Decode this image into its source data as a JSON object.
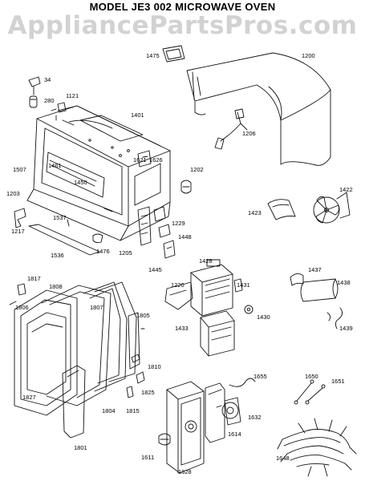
{
  "header": {
    "title": "MODEL JE3 002   MICROWAVE OVEN",
    "watermark": "AppliancePartsPros.com"
  },
  "part_labels": [
    {
      "id": "p34",
      "text": "34"
    },
    {
      "id": "p280",
      "text": "280"
    },
    {
      "id": "p1121",
      "text": "1121"
    },
    {
      "id": "p1401",
      "text": "1401"
    },
    {
      "id": "p1475",
      "text": "1475"
    },
    {
      "id": "p1200",
      "text": "1200"
    },
    {
      "id": "p1206",
      "text": "1206"
    },
    {
      "id": "p1621",
      "text": "1621"
    },
    {
      "id": "p1626",
      "text": "1626"
    },
    {
      "id": "p1202",
      "text": "1202"
    },
    {
      "id": "p1422",
      "text": "1422"
    },
    {
      "id": "p1507",
      "text": "1507"
    },
    {
      "id": "p1461",
      "text": "1461"
    },
    {
      "id": "p1450",
      "text": "1450"
    },
    {
      "id": "p1203",
      "text": "1203"
    },
    {
      "id": "p1423",
      "text": "1423"
    },
    {
      "id": "p1217",
      "text": "1217"
    },
    {
      "id": "p1537",
      "text": "1537"
    },
    {
      "id": "p1229",
      "text": "1229"
    },
    {
      "id": "p1448",
      "text": "1448"
    },
    {
      "id": "p1536",
      "text": "1536"
    },
    {
      "id": "p1476",
      "text": "1476"
    },
    {
      "id": "p1205",
      "text": "1205"
    },
    {
      "id": "p1445",
      "text": "1445"
    },
    {
      "id": "p1428",
      "text": "1428"
    },
    {
      "id": "p1437",
      "text": "1437"
    },
    {
      "id": "p1438",
      "text": "1438"
    },
    {
      "id": "p1817",
      "text": "1817"
    },
    {
      "id": "p1808",
      "text": "1808"
    },
    {
      "id": "p1220",
      "text": "1220"
    },
    {
      "id": "p1431",
      "text": "1431"
    },
    {
      "id": "p1806",
      "text": "1806"
    },
    {
      "id": "p1807",
      "text": "1807"
    },
    {
      "id": "p1805",
      "text": "1805"
    },
    {
      "id": "p1430",
      "text": "1430"
    },
    {
      "id": "p1439",
      "text": "1439"
    },
    {
      "id": "p1433",
      "text": "1433"
    },
    {
      "id": "p1810",
      "text": "1810"
    },
    {
      "id": "p1655",
      "text": "1655"
    },
    {
      "id": "p1650",
      "text": "1650"
    },
    {
      "id": "p1651",
      "text": "1651"
    },
    {
      "id": "p1827",
      "text": "1827"
    },
    {
      "id": "p1825",
      "text": "1825"
    },
    {
      "id": "p1632",
      "text": "1632"
    },
    {
      "id": "p1804",
      "text": "1804"
    },
    {
      "id": "p1815",
      "text": "1815"
    },
    {
      "id": "p1614",
      "text": "1614"
    },
    {
      "id": "p1801",
      "text": "1801"
    },
    {
      "id": "p1648",
      "text": "1648"
    },
    {
      "id": "p1611",
      "text": "1611"
    },
    {
      "id": "p1628",
      "text": "1628"
    }
  ]
}
